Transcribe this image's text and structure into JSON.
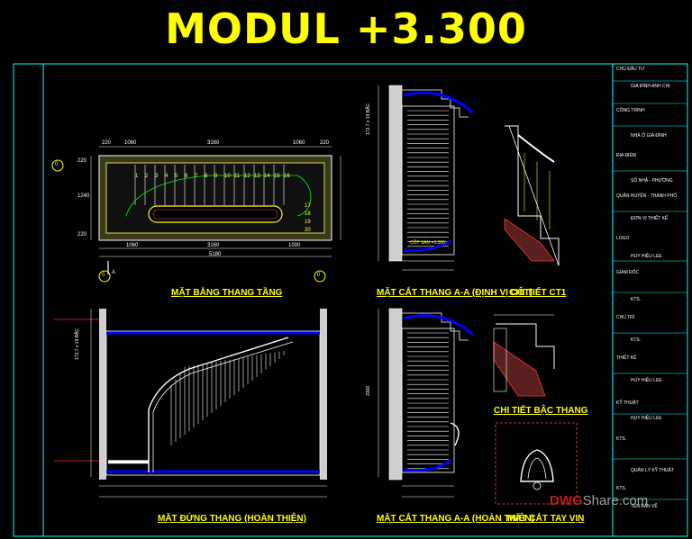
{
  "title": "MODUL  +3.300",
  "captions": {
    "plan": "MẶT BẰNG THANG TẦNG",
    "section_aa_top": "MẶT CẮT THANG A-A (ĐỊNH VỊ CỐT)",
    "detail_ct1": "CHI TIẾT CT1",
    "detail_step": "CHI TIẾT BẬC THANG",
    "elevation": "MẶT ĐỨNG THANG (HOÀN THIỆN)",
    "section_aa_bottom": "MẶT CẮT THANG A-A (HOÀN THIỆN)",
    "handrail_section": "MẶT CẮT TAY VỊN"
  },
  "plan_dims": {
    "top": [
      "220",
      "1060",
      "3160",
      "1060",
      "220"
    ],
    "bottom_inner": [
      "1060",
      "3160",
      "1000"
    ],
    "bottom_total": "5180",
    "left": [
      "220",
      "1240",
      "220"
    ],
    "step_numbers": [
      "1",
      "2",
      "3",
      "4",
      "5",
      "6",
      "7",
      "8",
      "9",
      "10",
      "11",
      "12",
      "13",
      "14",
      "15",
      "16",
      "17",
      "18",
      "19",
      "20"
    ],
    "grid_marks": [
      "0",
      "0",
      "0"
    ],
    "section_mark": "A"
  },
  "section_labels": {
    "riser": "173.7 x 19 BẬC",
    "total_height": "3300",
    "floor_note": "CỐT SÀN +3.300"
  },
  "title_block": {
    "rows": [
      "CHỦ ĐẦU TƯ",
      "GIA ĐÌNH ANH CHỊ",
      "CÔNG TRÌNH",
      "NHÀ Ở GIA ĐÌNH",
      "ĐỊA ĐIỂM",
      "SỐ NHÀ - PHƯỜNG",
      "QUẬN HUYỆN - THÀNH PHỐ",
      "ĐƠN VỊ THIẾT KẾ",
      "LOGO",
      "HUY HIỆU LEE",
      "GIÁM ĐỐC",
      "KTS.",
      "CHỦ TRÌ",
      "KTS.",
      "THIẾT KẾ",
      "HUY HIỆU LEE",
      "KỸ THUẬT",
      "HUY HIỆU LEE",
      "KTS.",
      "QUẢN LÝ KỸ THUẬT",
      "KTS.",
      "TÊN BẢN VẼ"
    ]
  },
  "watermark": {
    "brand_a": "DWG",
    "brand_b": "Share.com"
  },
  "colors": {
    "title": "#ffff00",
    "frame": "#00ffff",
    "caption": "#ffff00",
    "drawing": "#ffffff",
    "slab": "#0000cc",
    "accent_red": "#ff3030",
    "dimension": "#ff4040"
  }
}
